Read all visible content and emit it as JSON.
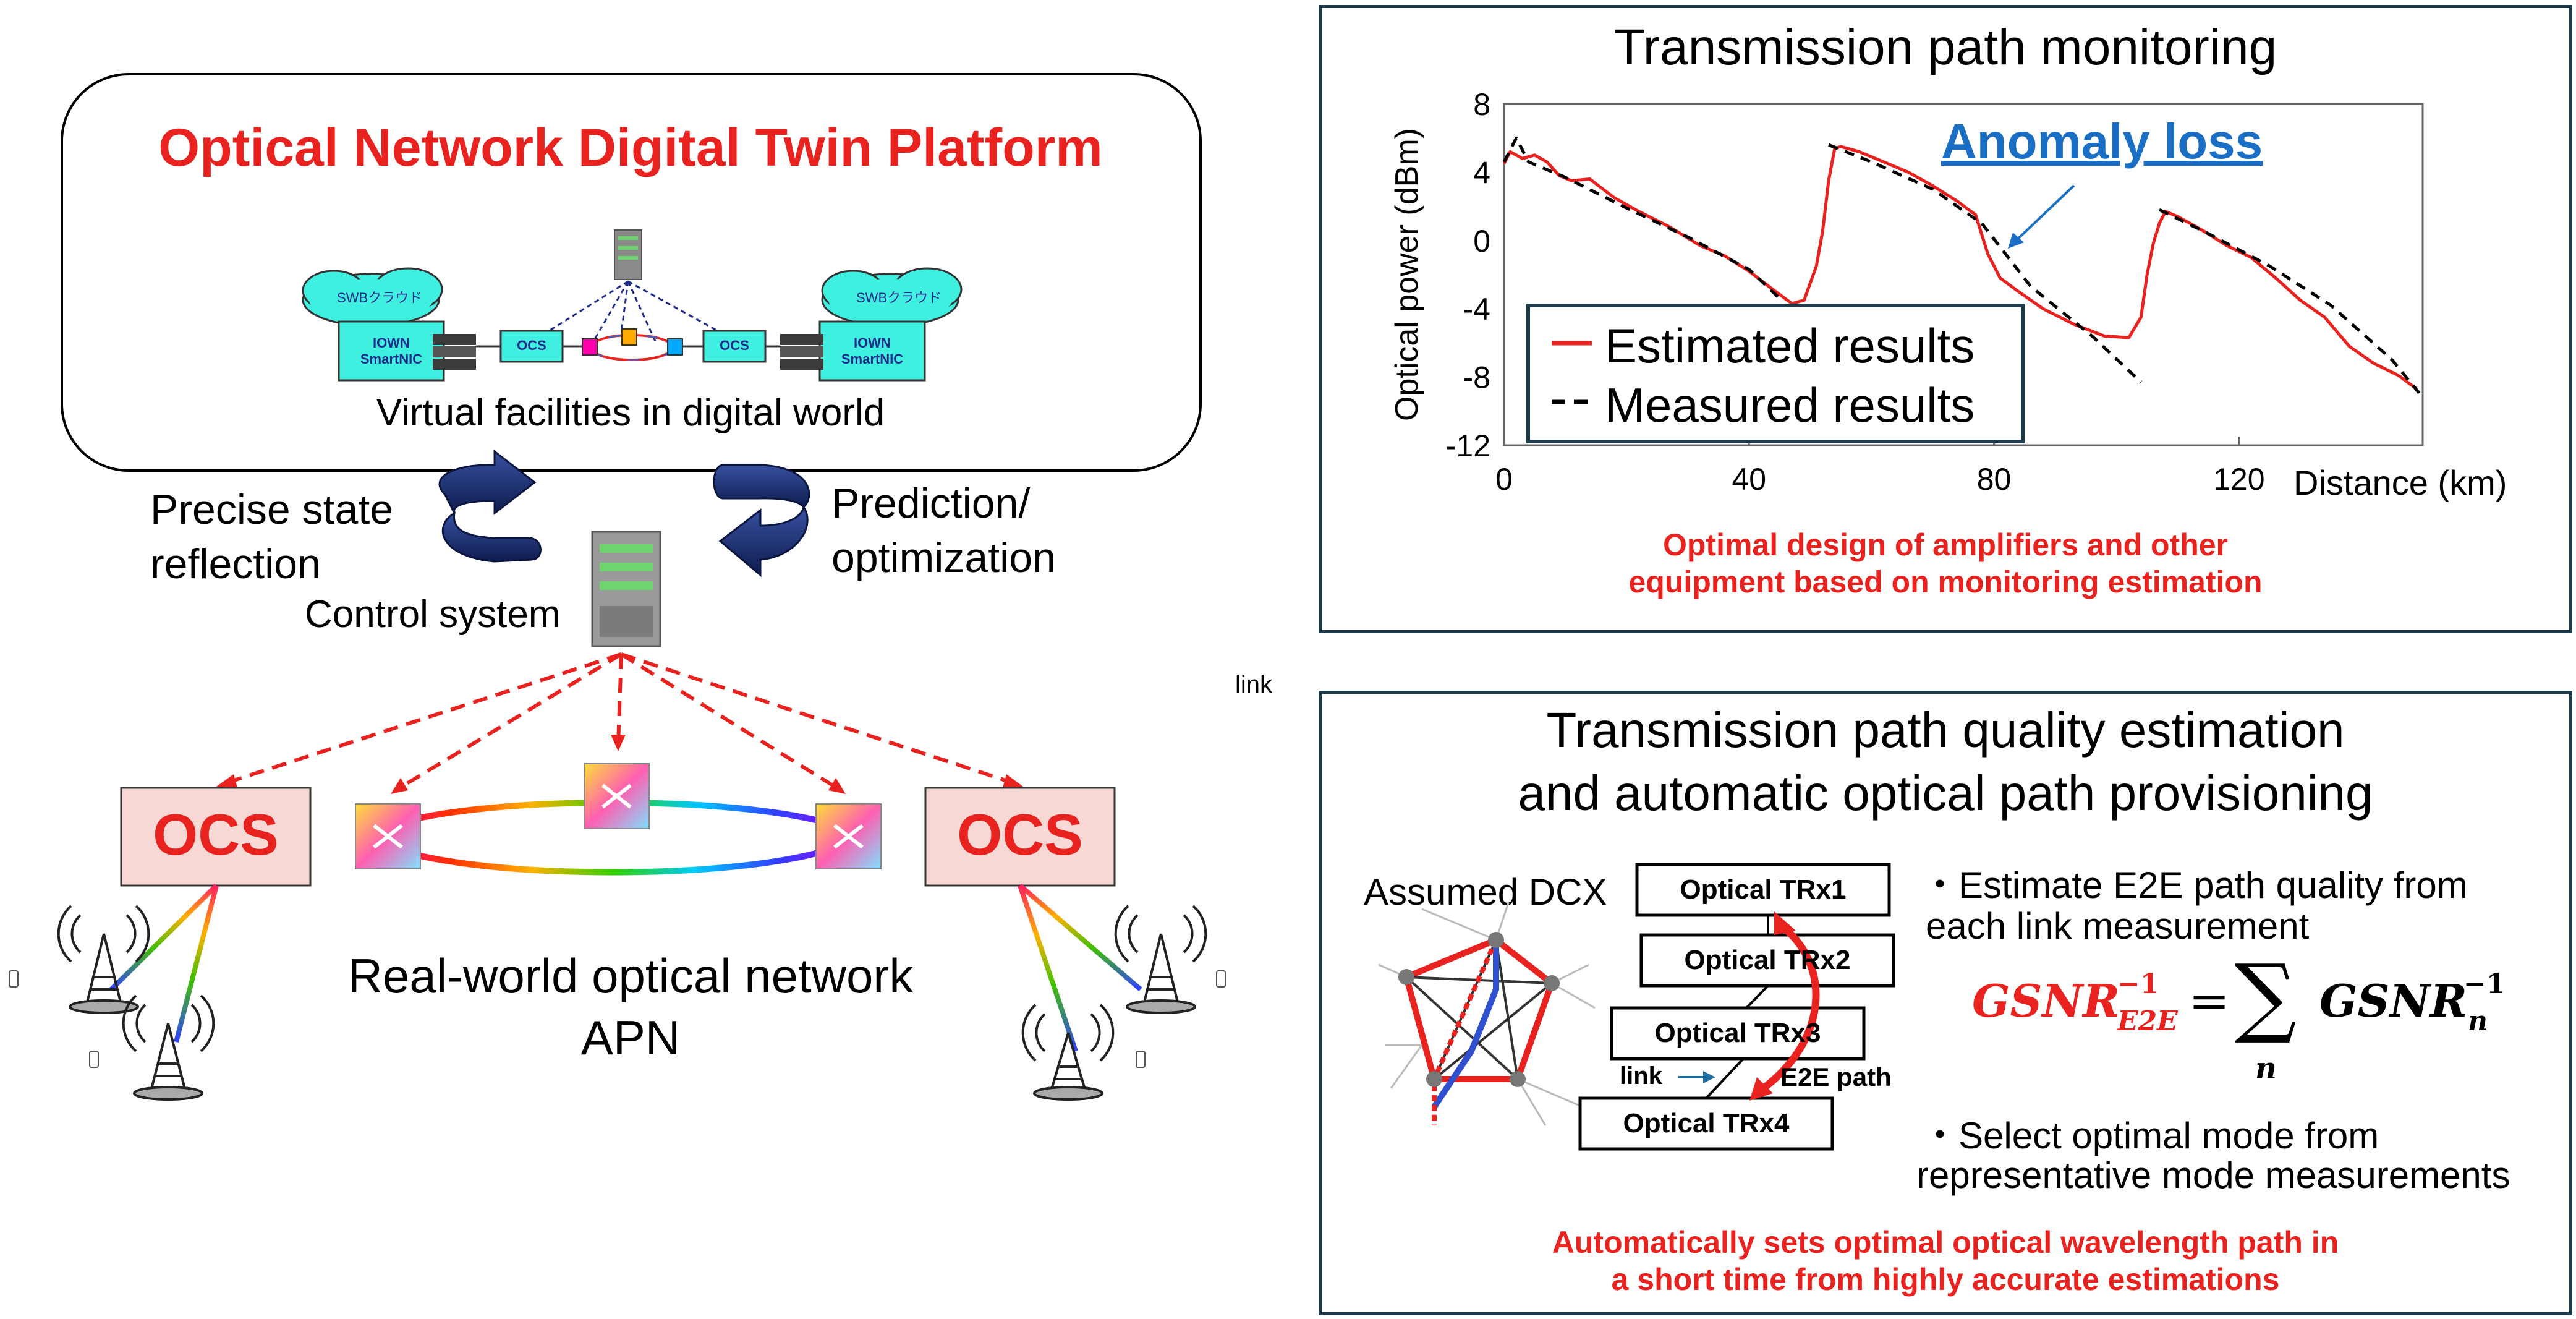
{
  "left": {
    "platform_title": "Optical Network Digital Twin Platform",
    "cloud_label": "SWBクラウド",
    "nic_label_1": "IOWN",
    "nic_label_2": "SmartNIC",
    "ocs_small": "OCS",
    "virtual_caption": "Virtual facilities in digital world",
    "reflection_line1": "Precise state",
    "reflection_line2": "reflection",
    "prediction_line1": "Prediction/",
    "prediction_line2": "optimization",
    "control_system": "Control system",
    "ocs_big": "OCS",
    "realworld_line1": "Real-world optical network",
    "realworld_line2": "APN"
  },
  "stray_label": "link",
  "monitoring": {
    "title": "Transmission path monitoring",
    "ylabel": "Optical power (dBm)",
    "xlabel": "Distance (km)",
    "anomaly_label": "Anomaly loss",
    "legend": [
      "Estimated results",
      "Measured results"
    ],
    "note_line1": "Optimal design of amplifiers and other",
    "note_line2": "equipment based on monitoring estimation"
  },
  "chart_data": {
    "type": "line",
    "xlabel": "Distance (km)",
    "ylabel": "Optical power (dBm)",
    "xlim": [
      0,
      150
    ],
    "ylim": [
      -12,
      8
    ],
    "xticks": [
      0,
      40,
      80,
      120
    ],
    "yticks": [
      8,
      4,
      0,
      -4,
      -8,
      -12
    ],
    "series": [
      {
        "name": "Estimated results",
        "color": "#e8231f",
        "style": "solid",
        "x": [
          0,
          1,
          3,
          5,
          7,
          9,
          11,
          14,
          18,
          22,
          27,
          32,
          36,
          40,
          44,
          47,
          49,
          51,
          52,
          53,
          54,
          55,
          58,
          62,
          66,
          70,
          74,
          77,
          79,
          81,
          84,
          88,
          93,
          98,
          102,
          104,
          105,
          106,
          107,
          108,
          110,
          114,
          118,
          122,
          126,
          130,
          134,
          138,
          142,
          146,
          149
        ],
        "y": [
          4.5,
          5.2,
          4.8,
          5.0,
          4.6,
          3.8,
          3.5,
          3.6,
          2.5,
          1.7,
          0.8,
          -0.3,
          -0.9,
          -1.8,
          -2.9,
          -3.7,
          -3.5,
          -1.5,
          0.5,
          3.5,
          5.4,
          5.5,
          5.2,
          4.6,
          4.0,
          3.2,
          2.3,
          1.5,
          -0.8,
          -2.2,
          -3.0,
          -4.0,
          -4.9,
          -5.6,
          -5.7,
          -4.5,
          -2.0,
          -0.2,
          1.0,
          1.7,
          1.4,
          0.6,
          -0.3,
          -1.0,
          -2.2,
          -3.5,
          -4.5,
          -6.2,
          -7.2,
          -7.9,
          -8.7
        ]
      },
      {
        "name": "Measured results",
        "color": "#000000",
        "style": "dashed",
        "segments": [
          {
            "x": [
              0,
              2,
              4,
              10,
              20,
              30,
              40,
              45
            ],
            "y": [
              4.6,
              6.0,
              4.6,
              3.7,
              1.9,
              0.2,
              -1.7,
              -3.4
            ]
          },
          {
            "x": [
              53,
              60,
              70,
              78,
              86,
              96,
              104
            ],
            "y": [
              5.6,
              4.6,
              3.0,
              1.0,
              -2.7,
              -5.6,
              -8.3
            ]
          },
          {
            "x": [
              107,
              115,
              125,
              135,
              145,
              150
            ],
            "y": [
              1.8,
              0.4,
              -1.5,
              -3.8,
              -7.0,
              -9.2
            ]
          }
        ]
      }
    ]
  },
  "quality": {
    "title_line1": "Transmission path quality estimation",
    "title_line2": "and automatic optical path provisioning",
    "assumed_dcx": "Assumed DCX",
    "trx": [
      "Optical TRx1",
      "Optical TRx2",
      "Optical TRx3",
      "Optical TRx4"
    ],
    "link_label": "link",
    "e2e_label": "E2E path",
    "bullet1_line1": "・Estimate E2E path quality from",
    "bullet1_line2": "each link measurement",
    "bullet2_line1": "・Select optimal mode from",
    "bullet2_line2": "representative mode measurements",
    "formula_lhs": "GSNR",
    "formula_lhs_sup": "−1",
    "formula_lhs_sub": "E2E",
    "formula_eq": "=",
    "formula_sum": "∑",
    "formula_sum_index": "n",
    "formula_rhs": "GSNR",
    "formula_rhs_sup": "−1",
    "formula_rhs_sub": "n",
    "note_line1": "Automatically sets optimal optical wavelength path in",
    "note_line2": "a short time from highly accurate estimations"
  },
  "colors": {
    "red": "#e8231f",
    "blue_link": "#1a6fc4",
    "navy": "#1f2d5a",
    "frame": "#1f3a4a",
    "ocs_fill": "#f8d8d4",
    "cyan": "#3ff0e0"
  }
}
